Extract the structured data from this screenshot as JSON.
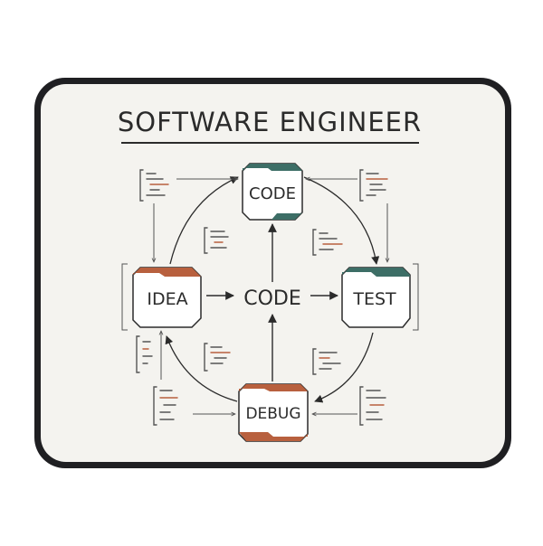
{
  "title": "SOFTWARE ENGINEER",
  "nodes": {
    "code_top": "CODE",
    "idea": "IDEA",
    "code_center": "CODE",
    "test": "TEST",
    "debug": "DEBUG"
  },
  "colors": {
    "mat_edge": "#1f1f22",
    "mat_surface": "#f4f3ef",
    "ink": "#2b2b2b",
    "teal": "#3d6e66",
    "rust": "#b8603e",
    "code_dash": "#555555",
    "code_dash_accent": "#b8603e"
  }
}
